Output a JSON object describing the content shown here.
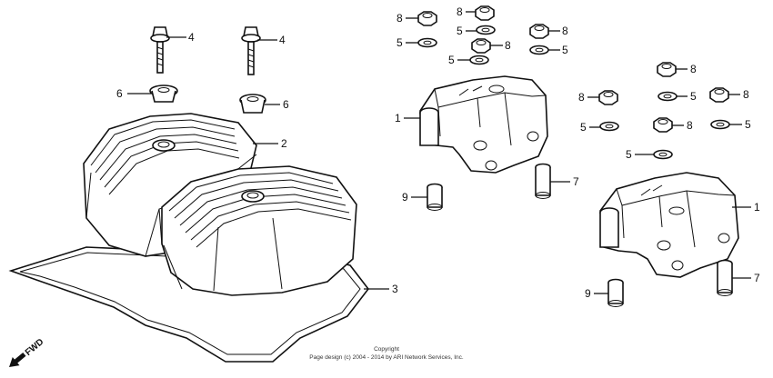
{
  "callouts": {
    "c1a": "1",
    "c1b": "1",
    "c2": "2",
    "c3": "3",
    "c4a": "4",
    "c4b": "4",
    "c5a": "5",
    "c5b": "5",
    "c5c": "5",
    "c5d": "5",
    "c5e": "5",
    "c5f": "5",
    "c5g": "5",
    "c5h": "5",
    "c6a": "6",
    "c6b": "6",
    "c7a": "7",
    "c7b": "7",
    "c8a": "8",
    "c8b": "8",
    "c8c": "8",
    "c8d": "8",
    "c8e": "8",
    "c8f": "8",
    "c8g": "8",
    "c8h": "8",
    "c9a": "9",
    "c9b": "9"
  },
  "fwd_label": "FWD",
  "copyright": {
    "line1": "Copyright",
    "line2": "Page design (c) 2004 - 2014 by ARI Network Services, Inc."
  },
  "colors": {
    "line": "#111111",
    "background": "#ffffff"
  }
}
